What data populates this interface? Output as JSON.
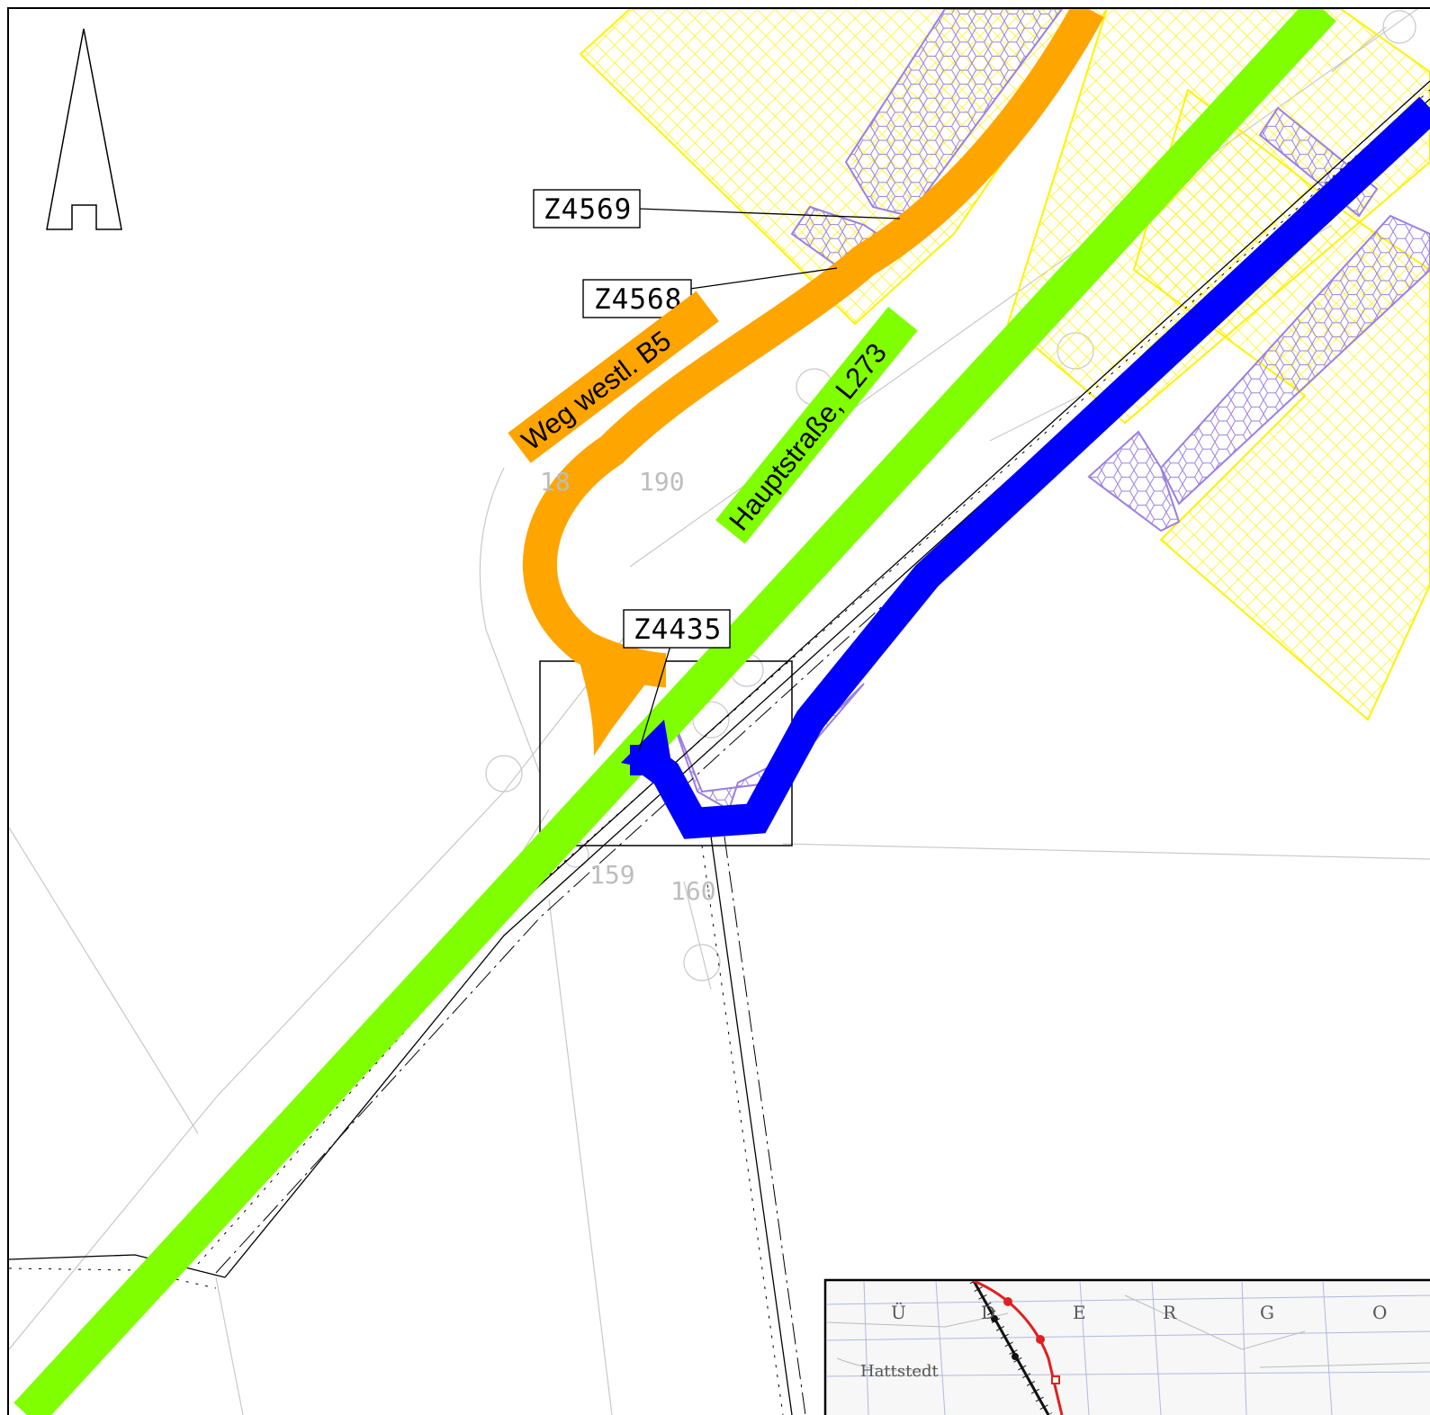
{
  "callouts": [
    {
      "id": "Z4569"
    },
    {
      "id": "Z4568"
    },
    {
      "id": "Z4435"
    }
  ],
  "road_labels": {
    "orange": "Weg westl. B5",
    "green": "Hauptstraße, L273"
  },
  "faint_numbers": [
    "18",
    "190",
    "159",
    "160"
  ],
  "inset": {
    "town": "Hattstedt",
    "letters": [
      "Ü",
      "D",
      "E",
      "R",
      "G",
      "O"
    ]
  },
  "colors": {
    "orange_route": "#FFA500",
    "green_route": "#80FF00",
    "blue_route": "#0000FF",
    "hatch_yellow": "#FFF200",
    "hatch_purple": "#9B7FE0",
    "inset_route": "#E02020"
  },
  "icons": {
    "north_arrow": "north-arrow-icon"
  }
}
